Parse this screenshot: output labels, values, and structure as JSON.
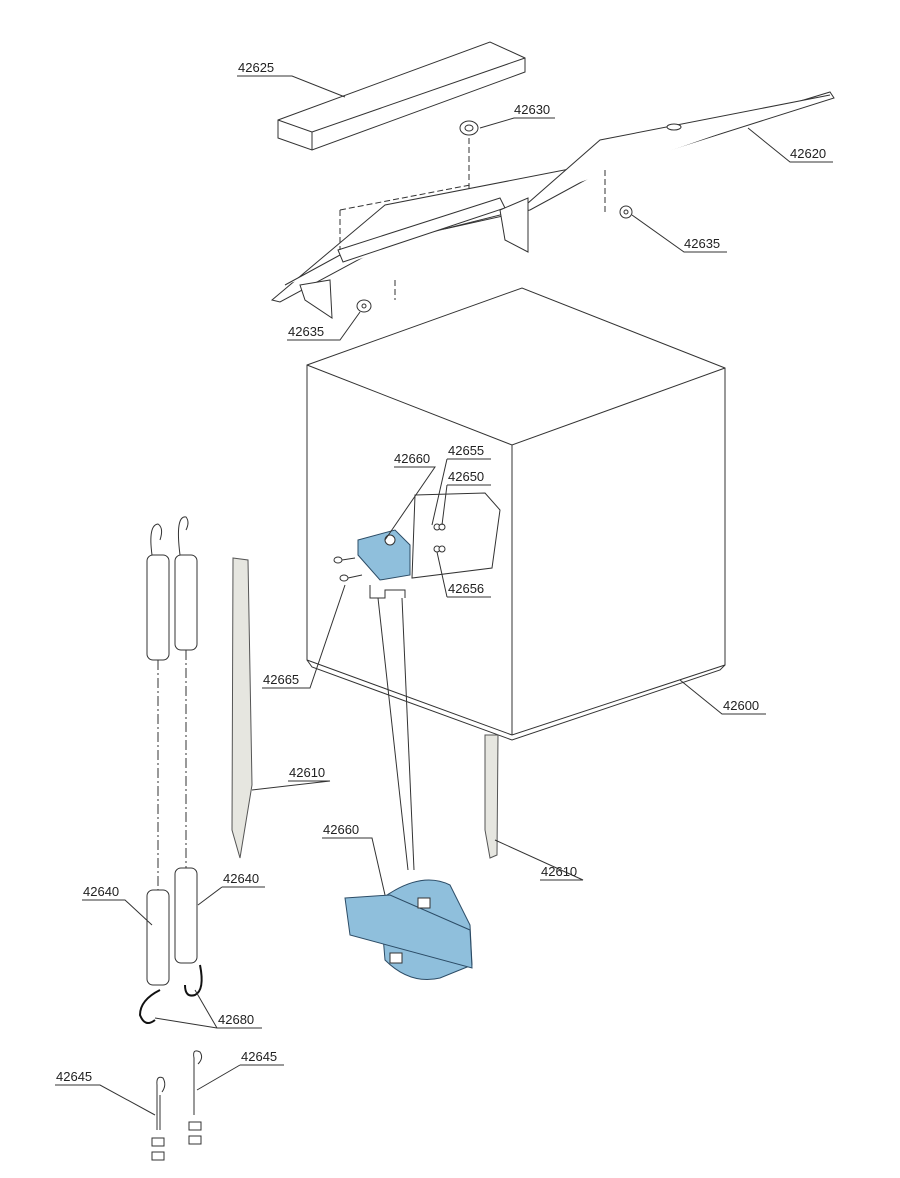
{
  "diagram": {
    "labels": {
      "roof_cap": "42625",
      "grommet": "42630",
      "handle_frame": "42620",
      "washer_right": "42635",
      "washer_left": "42635",
      "bracket_small": "42660",
      "washer_a": "42655",
      "nut": "42650",
      "washer_b": "42656",
      "bolt": "42665",
      "box": "42600",
      "leg_left": "42610",
      "leg_right": "42610",
      "bracket_large": "42660",
      "spring_left": "42640",
      "spring_right": "42640",
      "s_hook": "42680",
      "eye_bolt_left": "42645",
      "eye_bolt_right": "42645"
    },
    "colors": {
      "bracket": "#8fbfdc",
      "leg": "#e6e6e0"
    }
  }
}
